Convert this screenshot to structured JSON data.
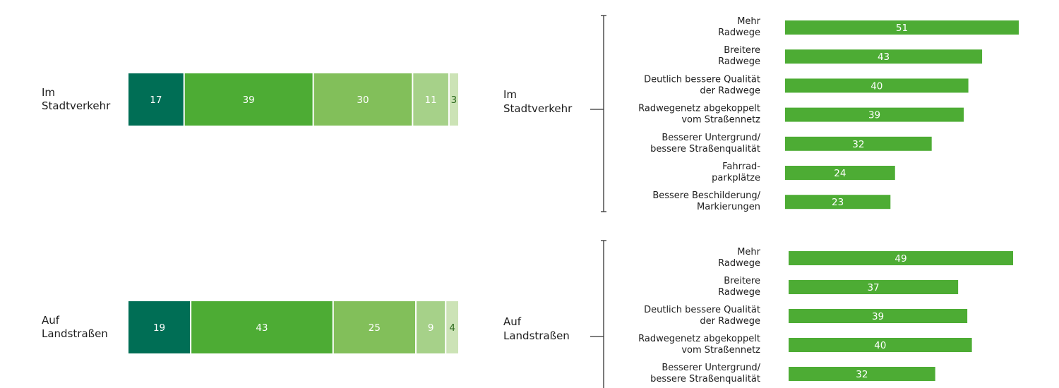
{
  "colors": {
    "seg": [
      "#006e55",
      "#4dac34",
      "#82bf5a",
      "#a6d189",
      "#cce3b6"
    ],
    "bar": "#4dac34",
    "value_light": "#ffffff",
    "value_dark": "#2d6a1e",
    "axis": "#333333"
  },
  "chart_data": [
    {
      "type": "bar",
      "orientation": "horizontal",
      "stacked": true,
      "categories": [
        "Im Stadtverkehr",
        "Auf Landstraßen"
      ],
      "category_lines": [
        [
          "Im",
          "Stadtverkehr"
        ],
        [
          "Auf",
          "Landstraßen"
        ]
      ],
      "series": [
        {
          "values": [
            17,
            19
          ]
        },
        {
          "values": [
            39,
            43
          ]
        },
        {
          "values": [
            30,
            25
          ]
        },
        {
          "values": [
            11,
            9
          ]
        },
        {
          "values": [
            3,
            4
          ]
        }
      ],
      "title": "",
      "xlabel": "",
      "ylabel": "",
      "legend": "none",
      "grid": false
    },
    {
      "type": "bar",
      "orientation": "horizontal",
      "group_lines": [
        [
          "Im",
          "Stadtverkehr"
        ],
        [
          "Auf",
          "Landstraßen"
        ]
      ],
      "groups": [
        {
          "name": "Im Stadtverkehr",
          "items": [
            {
              "lines": [
                "Mehr",
                "Radwege"
              ],
              "value": 51
            },
            {
              "lines": [
                "Breitere",
                "Radwege"
              ],
              "value": 43
            },
            {
              "lines": [
                "Deutlich bessere Qualität",
                "der Radwege"
              ],
              "value": 40
            },
            {
              "lines": [
                "Radwegenetz abgekoppelt",
                "vom Straßennetz"
              ],
              "value": 39
            },
            {
              "lines": [
                "Besserer Untergrund/",
                "bessere Straßenqualität"
              ],
              "value": 32
            },
            {
              "lines": [
                "Fahrrad-",
                "parkplätze"
              ],
              "value": 24
            },
            {
              "lines": [
                "Bessere Beschilderung/",
                "Markierungen"
              ],
              "value": 23
            }
          ]
        },
        {
          "name": "Auf Landstraßen",
          "items": [
            {
              "lines": [
                "Mehr",
                "Radwege"
              ],
              "value": 49
            },
            {
              "lines": [
                "Breitere",
                "Radwege"
              ],
              "value": 37
            },
            {
              "lines": [
                "Deutlich bessere Qualität",
                "der Radwege"
              ],
              "value": 39
            },
            {
              "lines": [
                "Radwegenetz abgekoppelt",
                "vom Straßennetz"
              ],
              "value": 40
            },
            {
              "lines": [
                "Besserer Untergrund/",
                "bessere Straßenqualität"
              ],
              "value": 32
            }
          ]
        }
      ],
      "title": "",
      "xlabel": "",
      "ylabel": "",
      "legend": "none",
      "grid": false
    }
  ]
}
